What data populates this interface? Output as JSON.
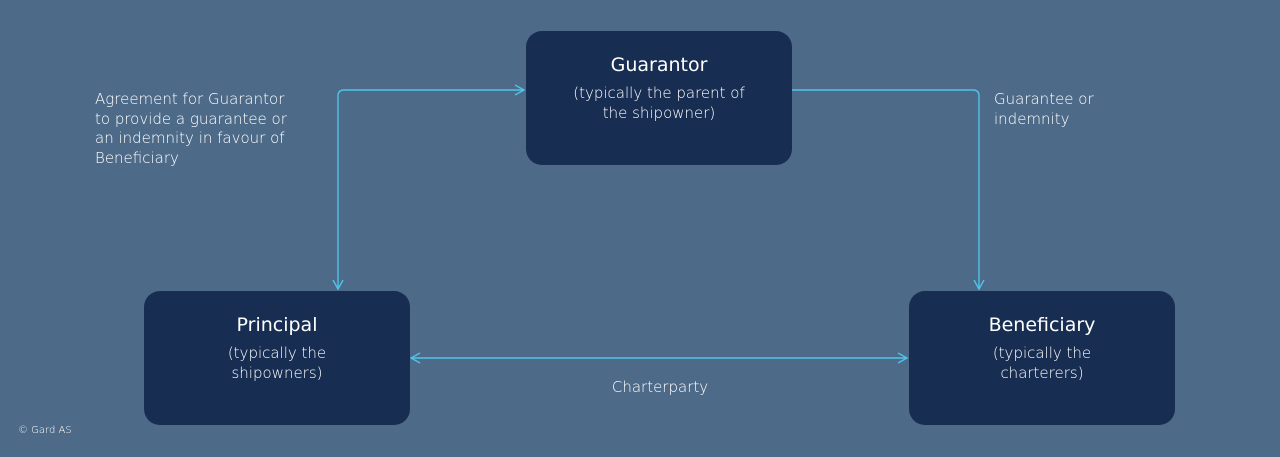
{
  "nodes": {
    "guarantor": {
      "title": "Guarantor",
      "subtitle": "(typically the parent of\nthe shipowner)"
    },
    "principal": {
      "title": "Principal",
      "subtitle": "(typically the\nshipowners)"
    },
    "beneficiary": {
      "title": "Beneficiary",
      "subtitle": "(typically the\ncharterers)"
    }
  },
  "edges": {
    "agreement": "Agreement for Guarantor\nto provide a guarantee or\nan indemnity in favour of\nBeneficiary",
    "guarantee": "Guarantee or\nindemnity",
    "charterparty": "Charterparty"
  },
  "footer": {
    "copyright": "© Gard AS"
  },
  "colors": {
    "background": "#4d6a88",
    "node_fill": "#172d52",
    "connector": "#4fc3e8",
    "text": "#ffffff"
  }
}
